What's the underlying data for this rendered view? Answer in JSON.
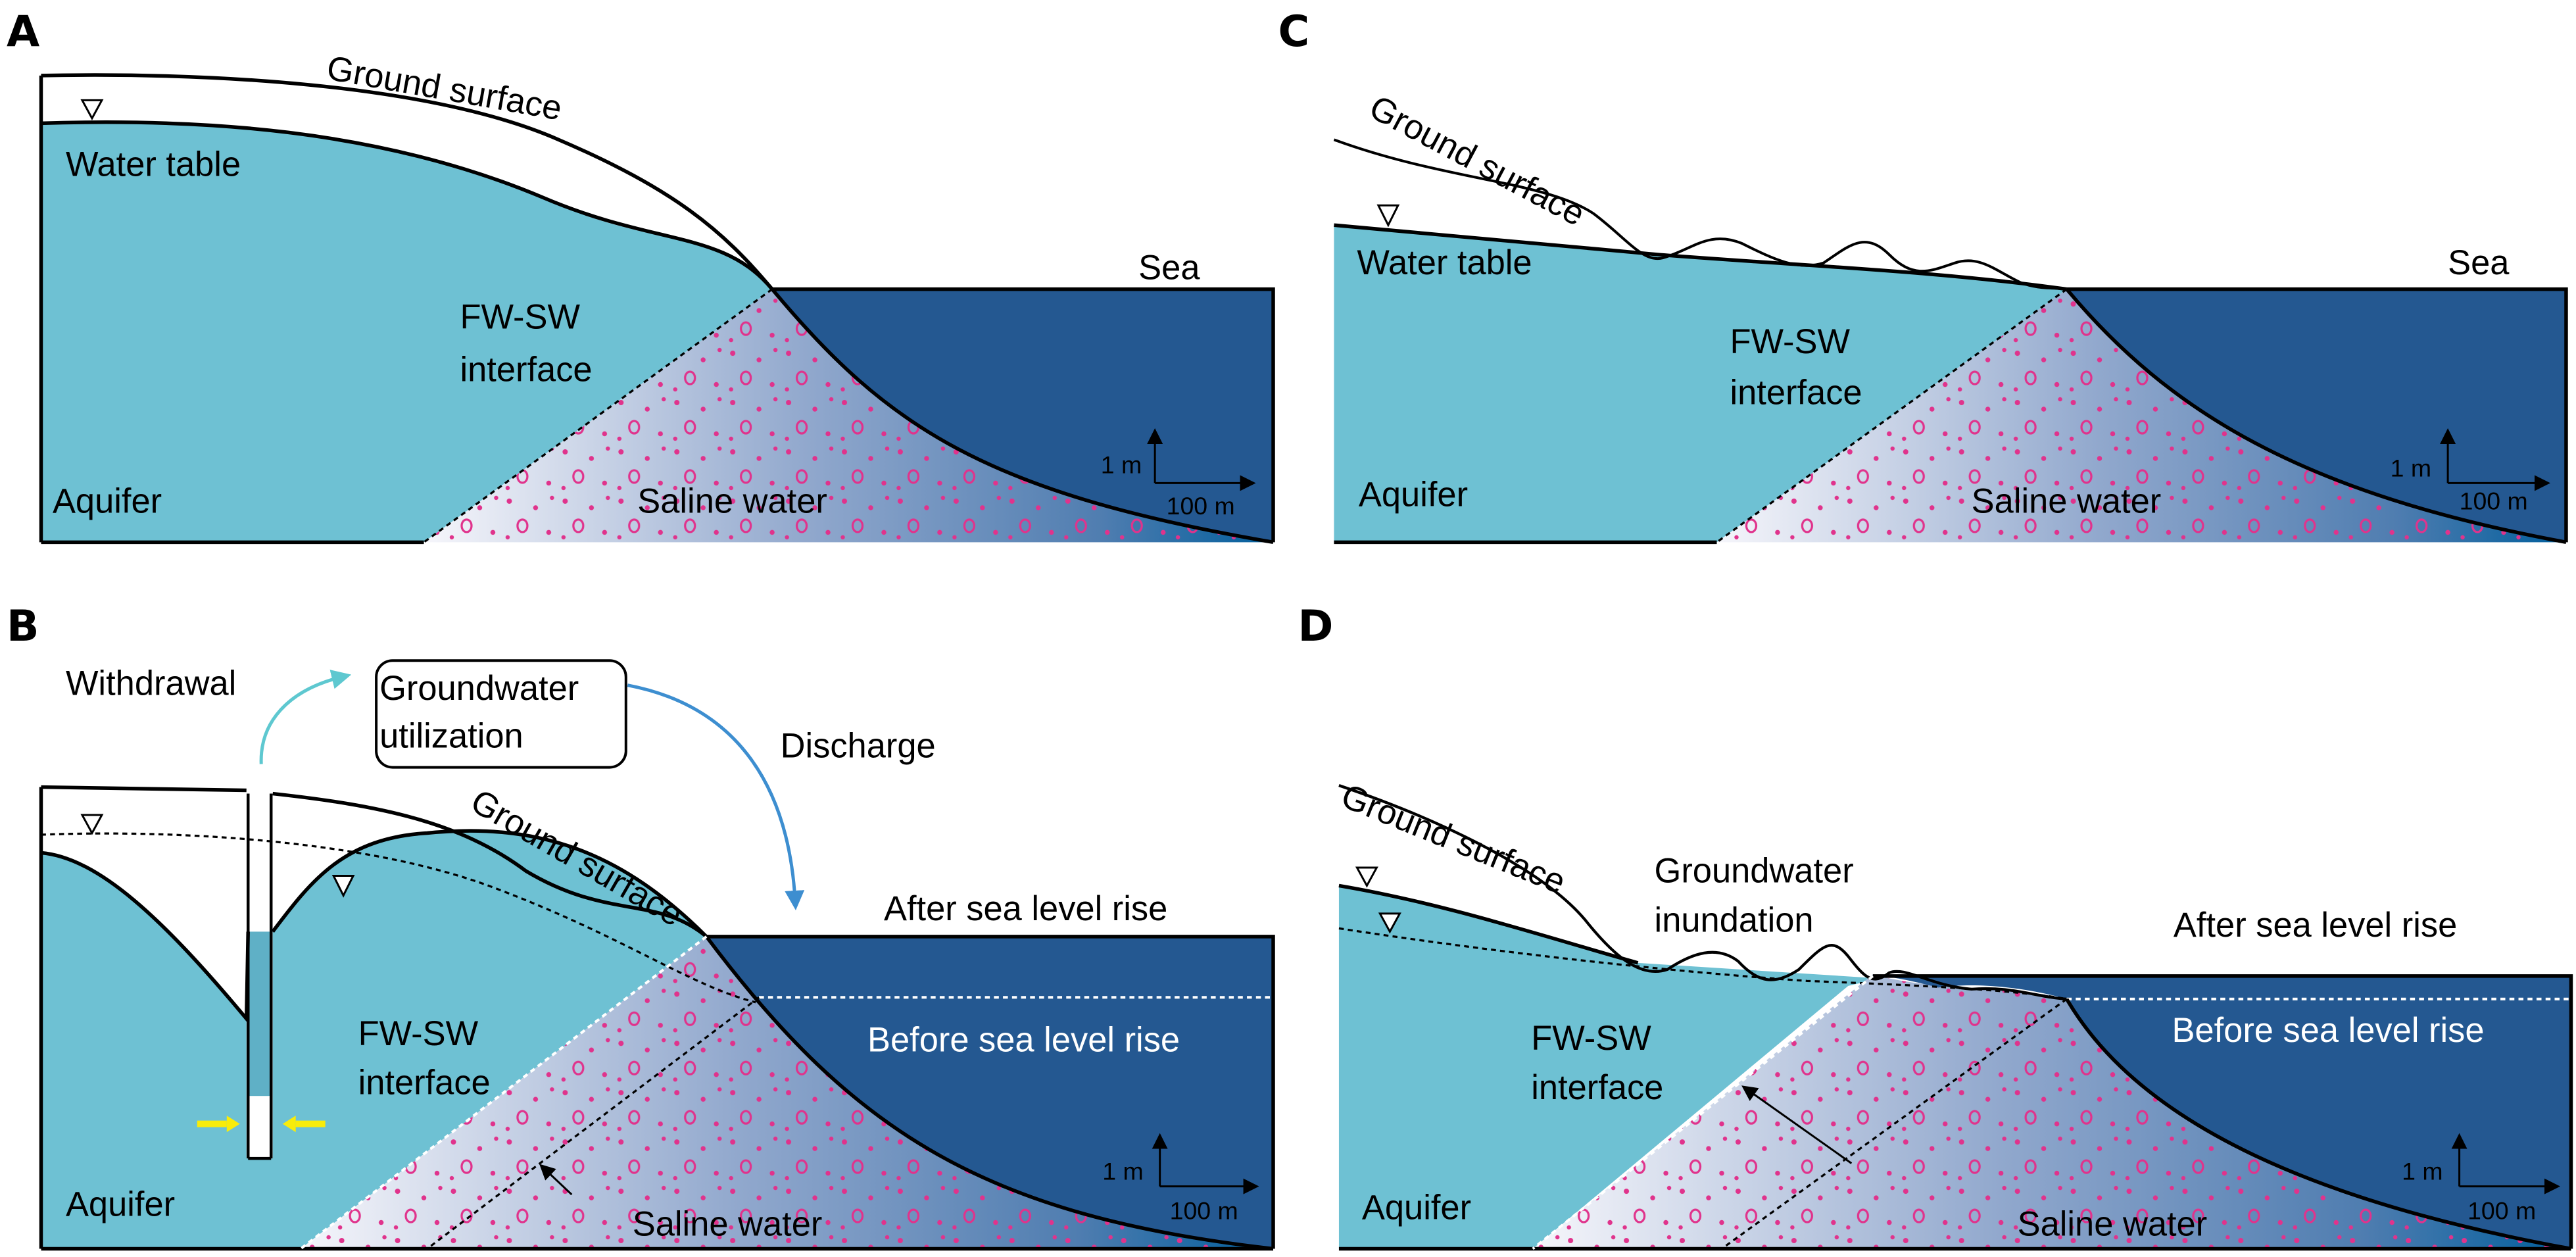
{
  "colors": {
    "aquifer": "#6ec1d3",
    "sea": "#245891",
    "saline_start": "#f4f4fb",
    "saline_mid": "#8fa6cc",
    "saline_end": "#005f9e",
    "salt_dots": "#e0338c",
    "withdrawal_arrow": "#5ec8d0",
    "discharge_arrow": "#3d8ed0",
    "inflow_arrows": "#f8ec0a",
    "well_water": "#5fb0c6"
  },
  "panels": {
    "A": {
      "letter": "A",
      "ground_surface": "Ground surface",
      "water_table": "Water table",
      "sea": "Sea",
      "interface_line1": "FW-SW",
      "interface_line2": "interface",
      "aquifer": "Aquifer",
      "saline": "Saline water",
      "scale_vertical": "1 m",
      "scale_horizontal": "100 m"
    },
    "B": {
      "letter": "B",
      "withdrawal": "Withdrawal",
      "box_line1": "Groundwater",
      "box_line2": "utilization",
      "discharge": "Discharge",
      "ground_surface": "Ground surface",
      "after_slr": "After sea level rise",
      "before_slr": "Before sea level rise",
      "interface_line1": "FW-SW",
      "interface_line2": "interface",
      "aquifer": "Aquifer",
      "saline": "Saline water",
      "scale_vertical": "1 m",
      "scale_horizontal": "100 m"
    },
    "C": {
      "letter": "C",
      "ground_surface": "Ground surface",
      "water_table": "Water table",
      "sea": "Sea",
      "interface_line1": "FW-SW",
      "interface_line2": "interface",
      "aquifer": "Aquifer",
      "saline": "Saline water",
      "scale_vertical": "1 m",
      "scale_horizontal": "100 m"
    },
    "D": {
      "letter": "D",
      "ground_surface": "Ground surface",
      "inundation_line1": "Groundwater",
      "inundation_line2": "inundation",
      "after_slr": "After sea level rise",
      "before_slr": "Before sea level rise",
      "interface_line1": "FW-SW",
      "interface_line2": "interface",
      "aquifer": "Aquifer",
      "saline": "Saline water",
      "scale_vertical": "1 m",
      "scale_horizontal": "100 m"
    }
  }
}
